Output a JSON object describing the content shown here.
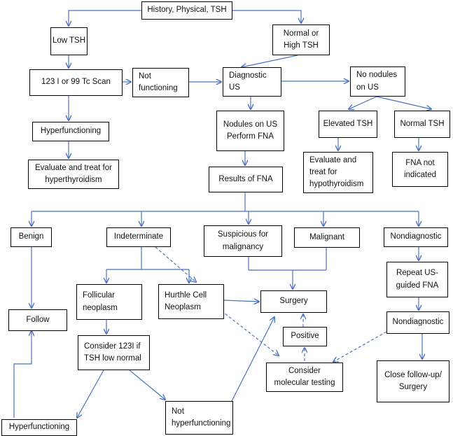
{
  "nodes": {
    "history": "History, Physical, TSH",
    "low_tsh": "Low TSH",
    "normal_high_tsh": "Normal or\nHigh TSH",
    "scan": "123 I or 99 Tc Scan",
    "not_functioning": "Not\nfunctioning",
    "diagnostic_us": "Diagnostic\nUS",
    "no_nodules": "No nodules\non US",
    "hyperfunctioning_top": "Hyperfunctioning",
    "nodules_fna": "Nodules on US\nPerform FNA",
    "elevated_tsh": "Elevated TSH",
    "normal_tsh": "Normal TSH",
    "evaluate_hyper": "Evaluate and treat for\nhyperthyroidism",
    "evaluate_hypo": "Evaluate and\ntreat for\nhypothyroidism",
    "fna_not_indicated": "FNA not\nindicated",
    "results_fna": "Results of FNA",
    "benign": "Benign",
    "indeterminate": "Indeterminate",
    "suspicious": "Suspicious for\nmalignancy",
    "malignant": "Malignant",
    "nondiagnostic_top": "Nondiagnostic",
    "repeat_us": "Repeat US-\nguided FNA",
    "follicular": "Follicular\nneoplasm",
    "hurthle": "Hurthle Cell\nNeoplasm",
    "surgery": "Surgery",
    "follow": "Follow",
    "nondiagnostic_mid": "Nondiagnostic",
    "positive": "Positive",
    "consider_123i": "Consider 123I if\nTSH low normal",
    "molecular": "Consider\nmolecular testing",
    "close_followup": "Close follow-up/\nSurgery",
    "hyperfunctioning_bottom": "Hyperfunctioning",
    "not_hyperfunctioning": "Not\nhyperfunctioning"
  }
}
